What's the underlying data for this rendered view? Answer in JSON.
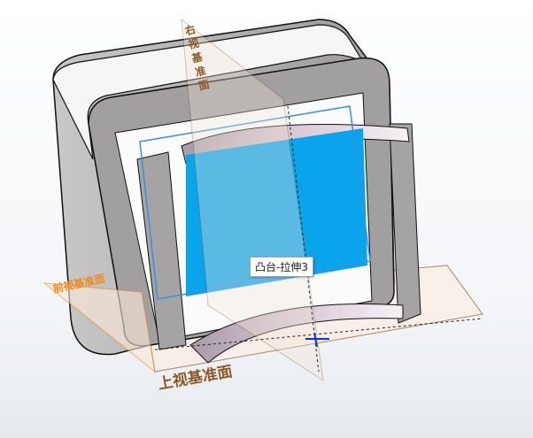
{
  "viewport": {
    "tooltip": "凸台-拉伸3",
    "planes": {
      "top": "上视基准面",
      "front": "前视基准面",
      "right": "右视基准面"
    }
  },
  "colors": {
    "selected_face": "#0aa4ec",
    "selection_outline": "#3b8fe0",
    "front_plane": "#f08a1c",
    "top_plane": "#8a5a26"
  }
}
